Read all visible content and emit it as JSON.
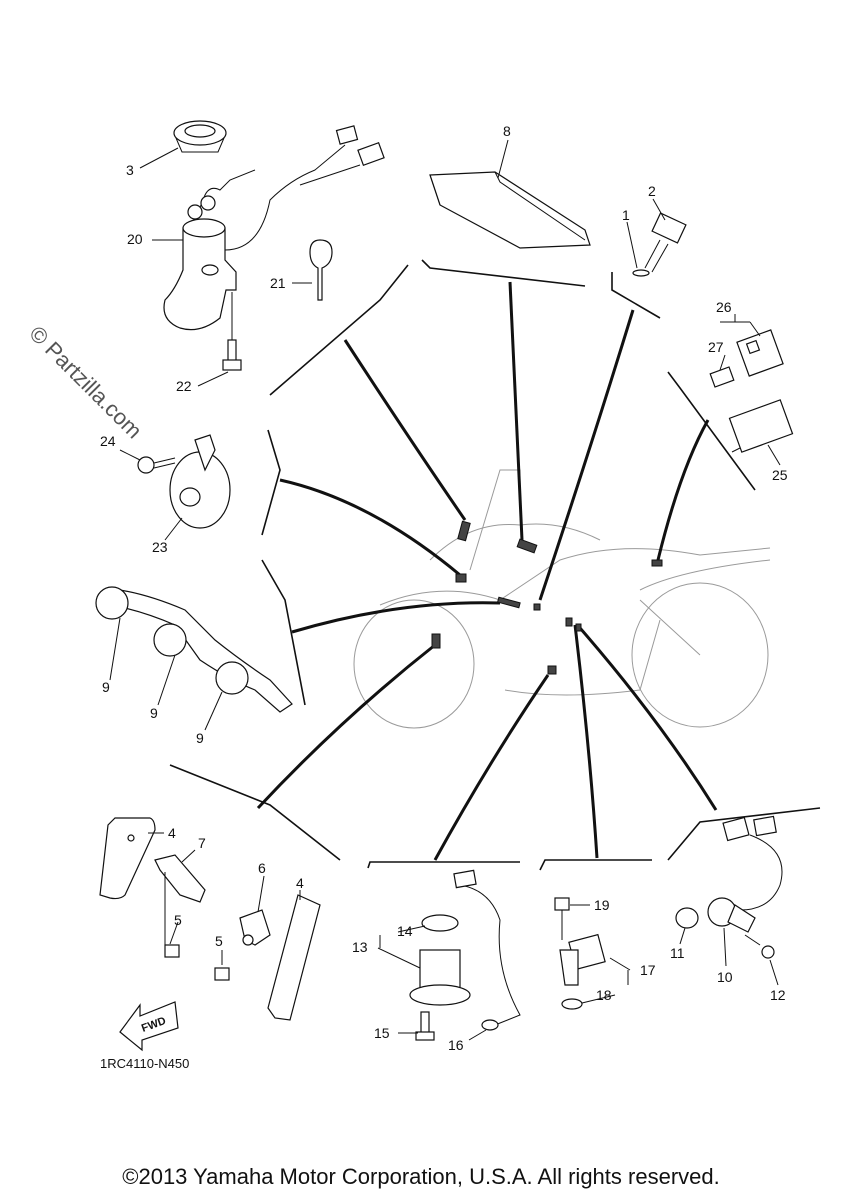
{
  "watermark": "© Partzilla.com",
  "diagram_code": "1RC4110-N450",
  "fwd_label": "FWD",
  "copyright": "©2013 Yamaha Motor Corporation, U.S.A. All rights reserved.",
  "callouts": {
    "c1": "1",
    "c2": "2",
    "c3": "3",
    "c4a": "4",
    "c4b": "4",
    "c5a": "5",
    "c5b": "5",
    "c6": "6",
    "c7": "7",
    "c8": "8",
    "c9a": "9",
    "c9b": "9",
    "c9c": "9",
    "c10": "10",
    "c11": "11",
    "c12": "12",
    "c13": "13",
    "c14": "14",
    "c15": "15",
    "c16": "16",
    "c17": "17",
    "c18": "18",
    "c19": "19",
    "c20": "20",
    "c21": "21",
    "c22": "22",
    "c23": "23",
    "c24": "24",
    "c25": "25",
    "c26": "26",
    "c27": "27"
  }
}
